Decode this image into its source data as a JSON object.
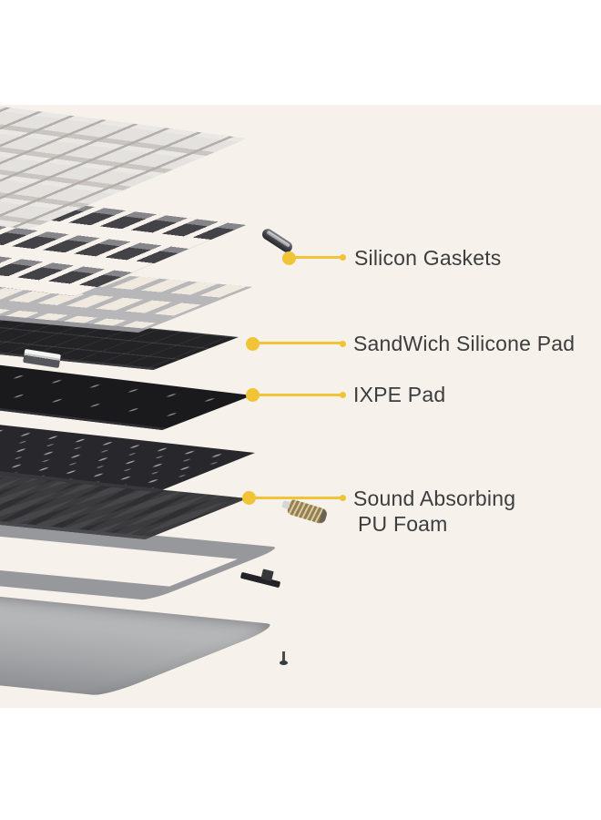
{
  "figure": {
    "kind": "exploded-keyboard-diagram",
    "colors": {
      "page_background": "#ffffff",
      "panel_background": "#f6f1ea",
      "accent_yellow": "#f1c437",
      "label_text": "#3c3d3f"
    }
  },
  "callouts": [
    {
      "id": "silicon-gaskets",
      "label": "Silicon Gaskets"
    },
    {
      "id": "sandwich-silicone-pad",
      "label": "SandWich Silicone Pad"
    },
    {
      "id": "ixpe-pad",
      "label": "IXPE Pad"
    },
    {
      "id": "sound-absorbing-pu-foam",
      "label_line1": "Sound Absorbing",
      "label_line2": "PU Foam"
    }
  ],
  "parts": {
    "layers_top_to_bottom": [
      "keycaps",
      "switches",
      "mounting-plate",
      "sandwich-silicone-pad",
      "ixpe-pad",
      "pcb",
      "sound-absorbing-pu-foam",
      "top-case-frame",
      "bottom-case"
    ],
    "loose_parts": [
      "silicon-gasket",
      "battery-connector",
      "brass-barrel",
      "daughterboard",
      "screw"
    ]
  }
}
